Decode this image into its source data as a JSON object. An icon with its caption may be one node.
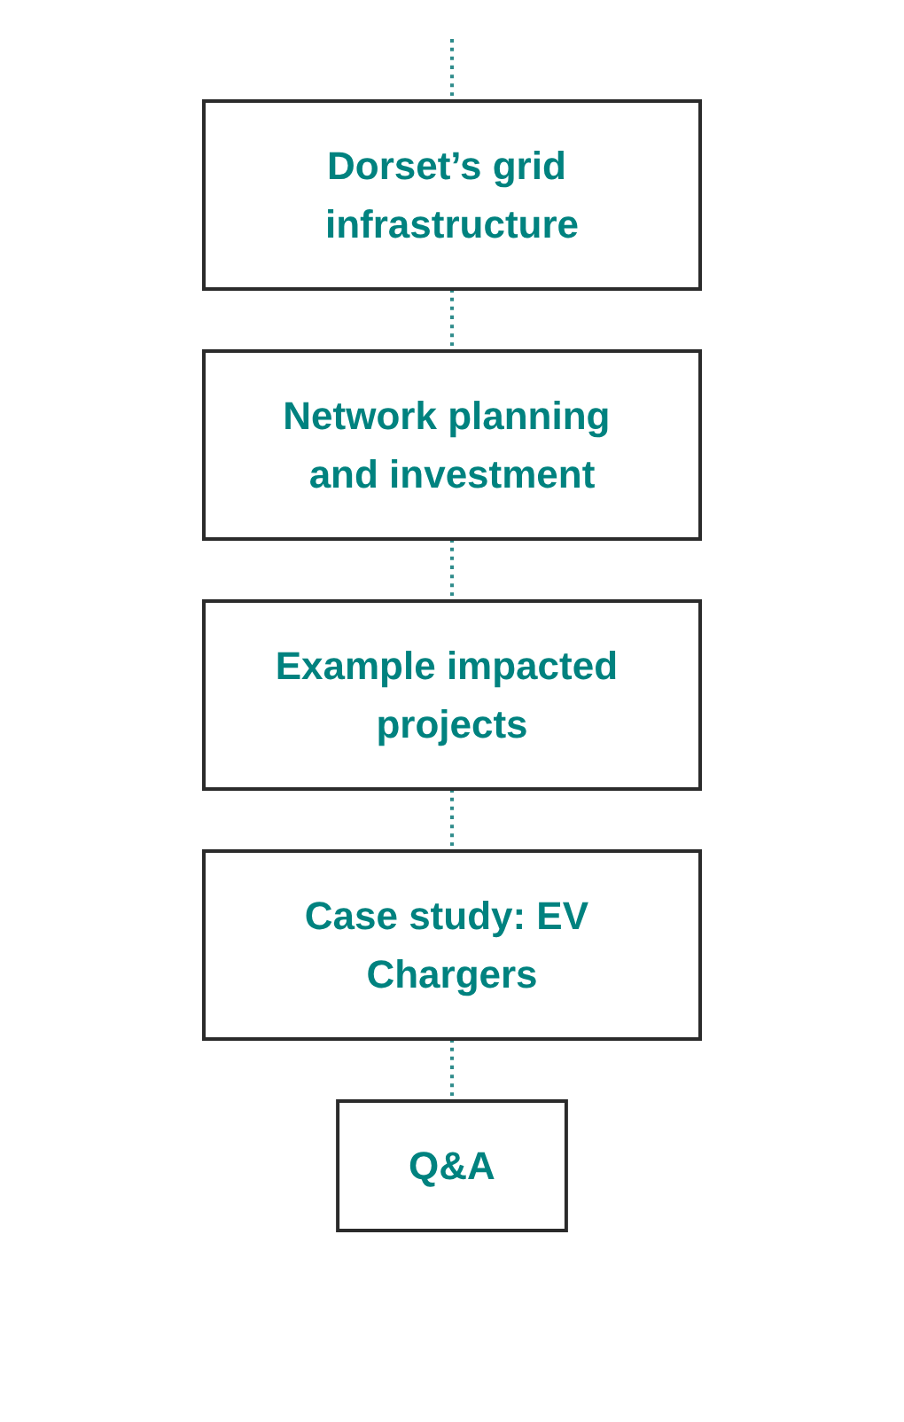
{
  "diagram": {
    "nodes": [
      {
        "text": [
          "Dorset’s grid infrastructure"
        ]
      },
      {
        "text": [
          "Network planning and investment"
        ]
      },
      {
        "text": [
          "Example impacted projects"
        ]
      },
      {
        "text": [
          "Case study: EV Chargers"
        ]
      },
      {
        "text": [
          "Q&A"
        ]
      }
    ],
    "edges": [
      {
        "from": null,
        "to": 0,
        "arrow": "none",
        "style": "dashed",
        "color": "#2e8b8b"
      },
      {
        "from": 0,
        "to": 1,
        "arrow": "none",
        "style": "dashed",
        "color": "#2e8b8b"
      },
      {
        "from": 1,
        "to": 2,
        "arrow": "none",
        "style": "dashed",
        "color": "#2e8b8b"
      },
      {
        "from": 2,
        "to": 3,
        "arrow": "none",
        "style": "dashed",
        "color": "#2e8b8b"
      },
      {
        "from": 3,
        "to": 4,
        "arrow": "none",
        "style": "dashed",
        "color": "#2e8b8b"
      }
    ]
  }
}
